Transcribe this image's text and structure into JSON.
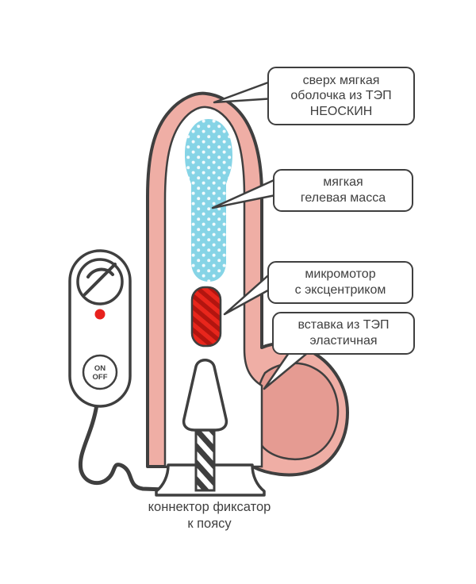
{
  "diagram": {
    "title_hidden": "",
    "callouts": [
      {
        "label": "сверх мягкая\nоболочка из ТЭП\nНЕОСКИН"
      },
      {
        "label": "мягкая\nгелевая масса"
      },
      {
        "label": "микромотор\nс эксцентриком"
      },
      {
        "label": "вставка из ТЭП\nэластичная"
      }
    ],
    "caption": "коннектор фиксатор\nк поясу",
    "remote": {
      "on_label": "ON",
      "off_label": "OFF"
    },
    "colors": {
      "outline": "#3f3f3f",
      "body": "#efaea5",
      "body_inner": "#e59b92",
      "gel": "#86d4e6",
      "motor_red": "#e8261c",
      "motor_stripe": "#b2150f",
      "led_red": "#e8211d",
      "white": "#ffffff"
    }
  }
}
